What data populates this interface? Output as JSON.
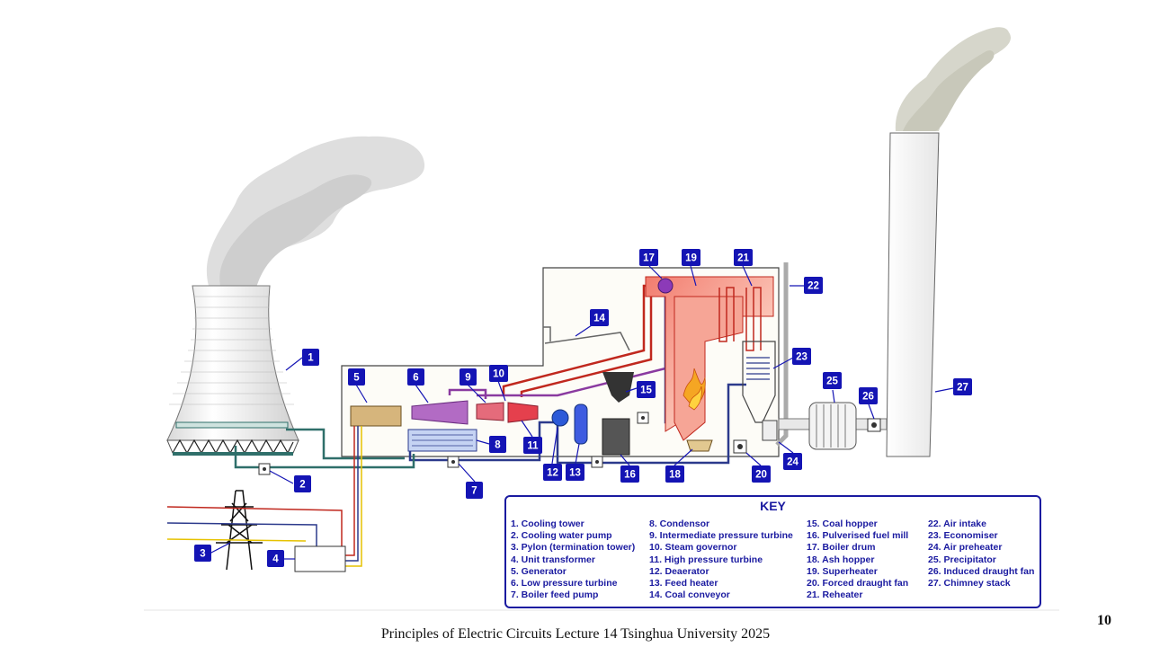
{
  "footer": {
    "text": "Principles of Electric Circuits Lecture 14 Tsinghua University  2025",
    "page": "10"
  },
  "markers": [
    "1",
    "2",
    "3",
    "4",
    "5",
    "6",
    "7",
    "8",
    "9",
    "10",
    "11",
    "12",
    "13",
    "14",
    "15",
    "16",
    "17",
    "18",
    "19",
    "20",
    "21",
    "22",
    "23",
    "24",
    "25",
    "26",
    "27"
  ],
  "key": {
    "title": "KEY",
    "columns": [
      [
        "1. Cooling tower",
        "2. Cooling water pump",
        "3. Pylon (termination tower)",
        "4. Unit transformer",
        "5. Generator",
        "6. Low pressure turbine",
        "7. Boiler feed pump"
      ],
      [
        "8. Condensor",
        "9. Intermediate pressure turbine",
        "10. Steam governor",
        "11. High pressure turbine",
        "12. Deaerator",
        "13. Feed heater",
        "14. Coal conveyor"
      ],
      [
        "15. Coal hopper",
        "16. Pulverised fuel mill",
        "17. Boiler drum",
        "18. Ash hopper",
        "19. Superheater",
        "20. Forced draught fan",
        "21. Reheater"
      ],
      [
        "22. Air intake",
        "23. Economiser",
        "24. Air preheater",
        "25. Precipitator",
        "26. Induced draught fan",
        "27. Chimney stack"
      ]
    ]
  },
  "colors": {
    "marker": "#1414b4",
    "key": "#1a1aa0",
    "hot": "#c0281e",
    "cool": "#2c3a8c",
    "water": "#2f6f6a"
  }
}
